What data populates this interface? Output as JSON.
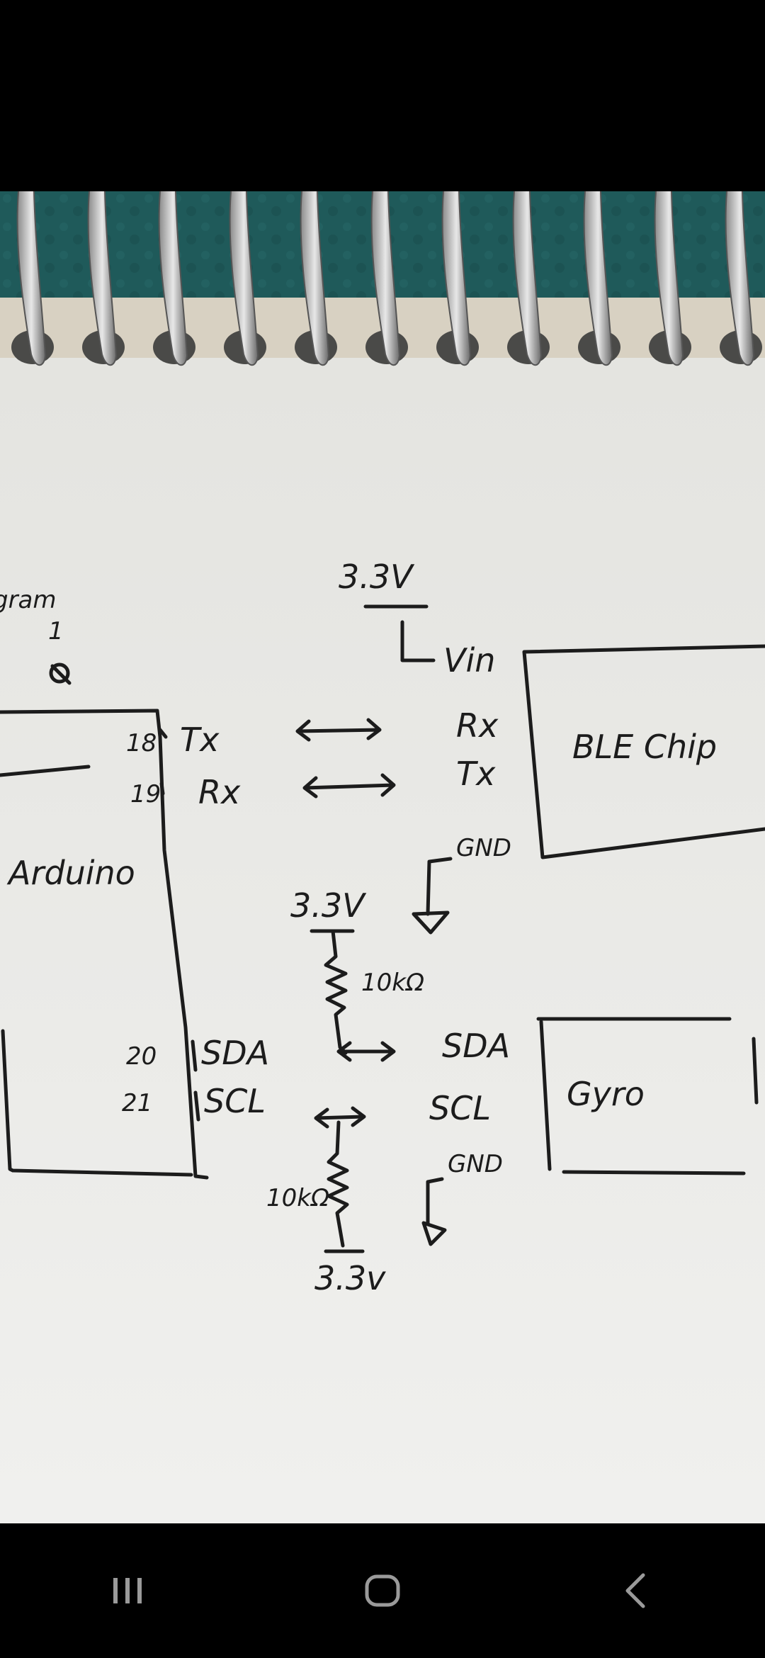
{
  "notebook": {
    "top_left_fragments": [
      "gram",
      "1"
    ],
    "arduino": {
      "label": "Arduino",
      "pins": [
        {
          "number": "18",
          "signal": "Tx"
        },
        {
          "number": "19",
          "signal": "Rx"
        },
        {
          "number": "20",
          "signal": "SDA"
        },
        {
          "number": "21",
          "signal": "SCL"
        }
      ]
    },
    "ble_chip": {
      "label": "BLE Chip",
      "pins": [
        "Vin",
        "Rx",
        "Tx",
        "GND"
      ]
    },
    "gyro": {
      "label": "Gyro",
      "pins": [
        "SDA",
        "SCL",
        "GND"
      ]
    },
    "supply_labels": {
      "ble_vin": "3.3V",
      "sda_pullup": "3.3V",
      "scl_pullup": "3.3v"
    },
    "resistors": {
      "sda": "10kΩ",
      "scl": "10kΩ"
    }
  },
  "navigation": {
    "recents": "recents-icon",
    "home": "home-icon",
    "back": "back-icon"
  }
}
